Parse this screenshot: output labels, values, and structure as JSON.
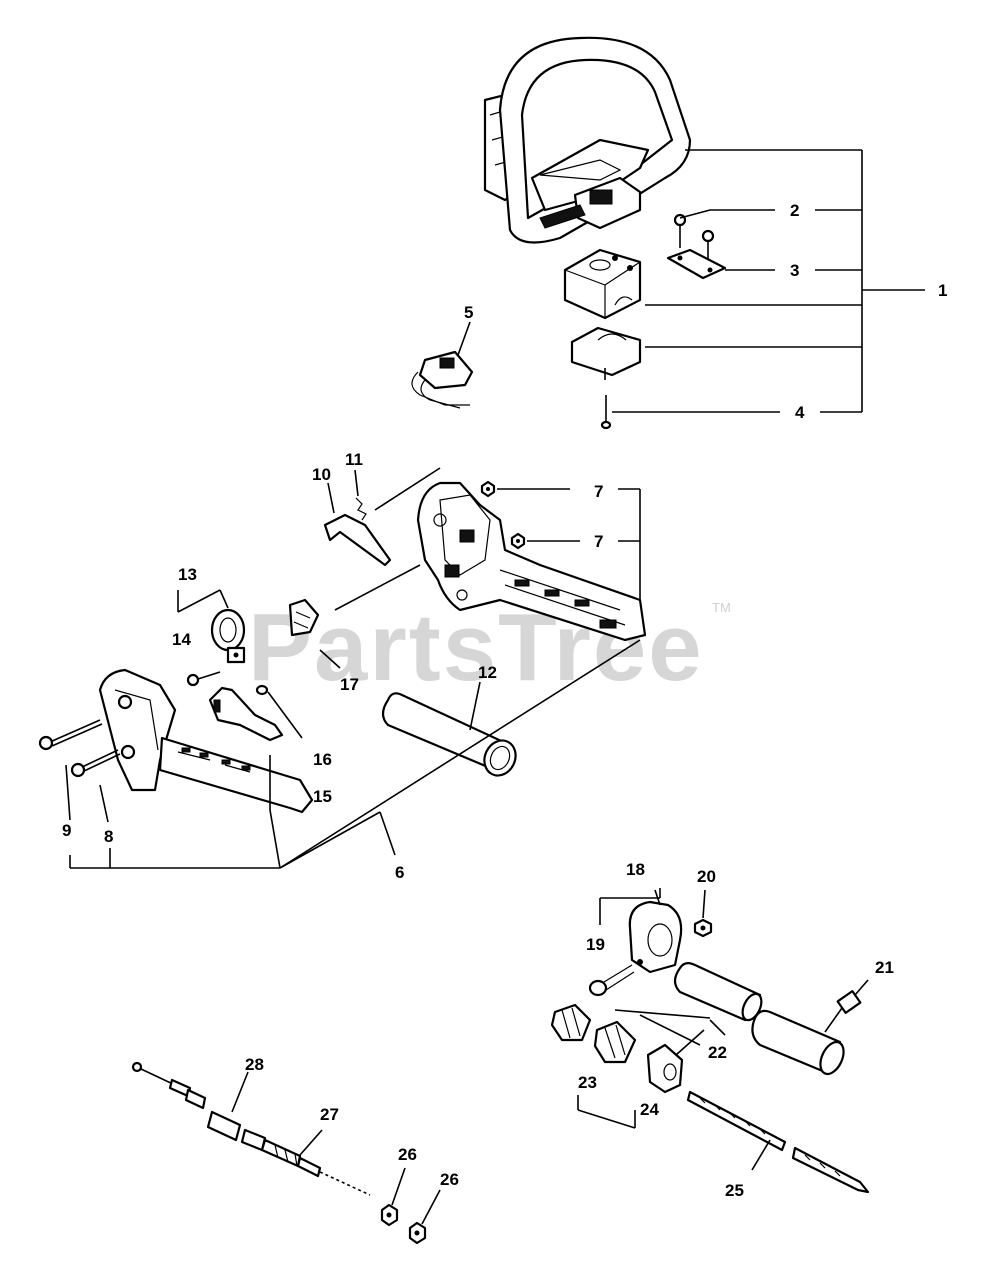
{
  "watermark": {
    "text": "PartsTree",
    "trademark": "TM"
  },
  "callouts": {
    "c1": "1",
    "c2": "2",
    "c3": "3",
    "c4": "4",
    "c5": "5",
    "c6": "6",
    "c7a": "7",
    "c7b": "7",
    "c8": "8",
    "c9": "9",
    "c10": "10",
    "c11": "11",
    "c12": "12",
    "c13": "13",
    "c14": "14",
    "c15": "15",
    "c16": "16",
    "c17": "17",
    "c18": "18",
    "c19": "19",
    "c20": "20",
    "c21": "21",
    "c22": "22",
    "c23": "23",
    "c24": "24",
    "c25": "25",
    "c26a": "26",
    "c26b": "26",
    "c27": "27",
    "c28": "28"
  }
}
